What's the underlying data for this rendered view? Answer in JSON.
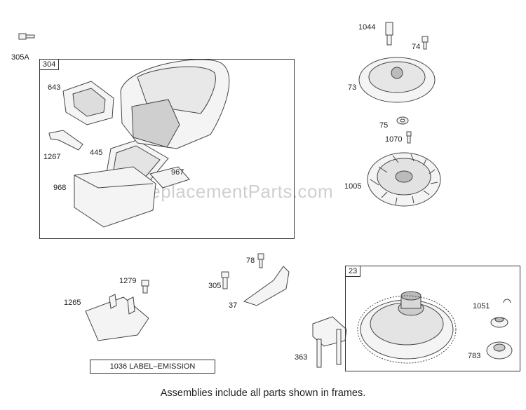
{
  "frames": [
    {
      "id": "304"
    },
    {
      "id": "23"
    }
  ],
  "parts": {
    "p305A": "305A",
    "p643": "643",
    "p1267": "1267",
    "p445": "445",
    "p967": "967",
    "p968": "968",
    "p1044": "1044",
    "p74": "74",
    "p73": "73",
    "p75": "75",
    "p1070": "1070",
    "p1005": "1005",
    "p78": "78",
    "p305": "305",
    "p37": "37",
    "p1279": "1279",
    "p1265": "1265",
    "p1051": "1051",
    "p363": "363",
    "p783": "783"
  },
  "emission_label": "1036 LABEL–EMISSION",
  "caption": "Assemblies include all parts shown in frames.",
  "watermark": "eReplacementParts.com"
}
